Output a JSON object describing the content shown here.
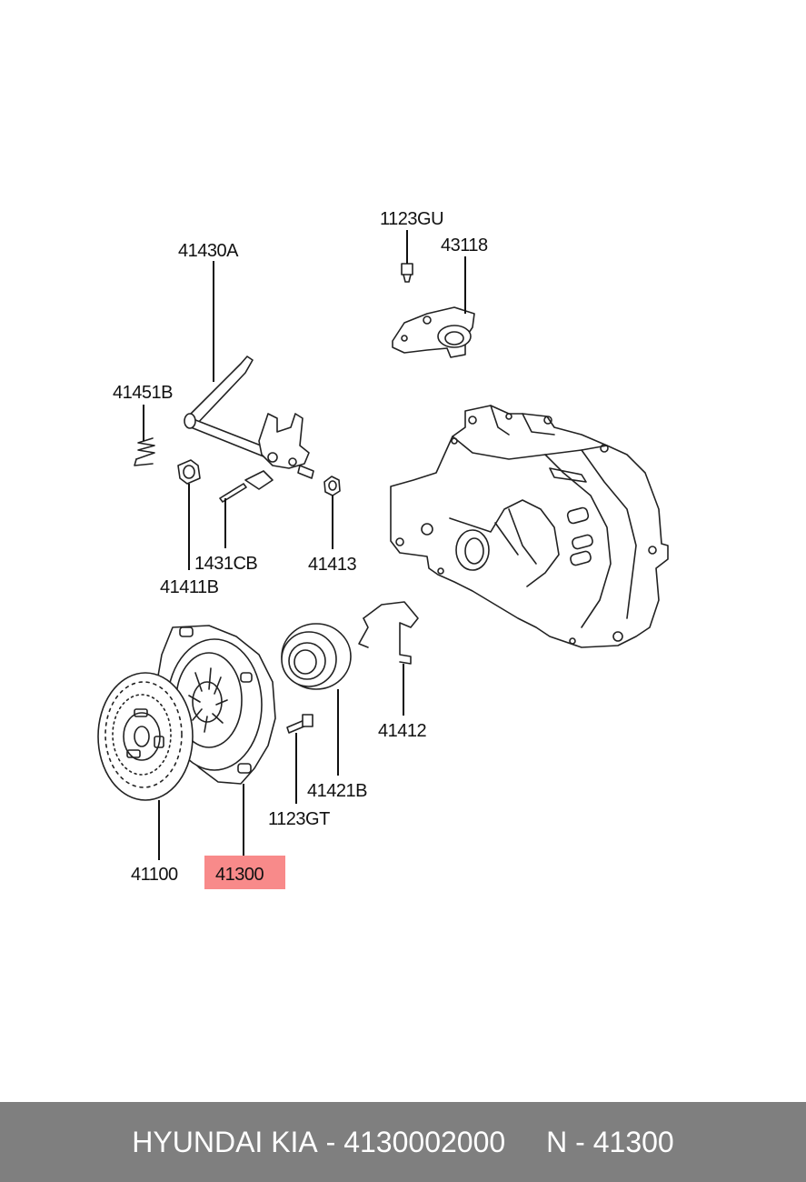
{
  "diagram": {
    "callouts": [
      {
        "id": "1123GU",
        "text": "1123GU"
      },
      {
        "id": "43118",
        "text": "43118"
      },
      {
        "id": "41430A",
        "text": "41430A"
      },
      {
        "id": "41451B",
        "text": "41451B"
      },
      {
        "id": "1431CB",
        "text": "1431CB"
      },
      {
        "id": "41413",
        "text": "41413"
      },
      {
        "id": "41411B",
        "text": "41411B"
      },
      {
        "id": "41412",
        "text": "41412"
      },
      {
        "id": "41421B",
        "text": "41421B"
      },
      {
        "id": "1123GT",
        "text": "1123GT"
      },
      {
        "id": "41100",
        "text": "41100"
      },
      {
        "id": "41300",
        "text": "41300",
        "highlighted": true
      }
    ],
    "highlight_color": "#f88a8a"
  },
  "footer": {
    "brand": "HYUNDAI KIA",
    "separator": " - ",
    "part_number": "4130002000",
    "ref_prefix": "N - ",
    "ref_number": "41300",
    "background": "#7f7f7f",
    "text_color": "#ffffff"
  }
}
